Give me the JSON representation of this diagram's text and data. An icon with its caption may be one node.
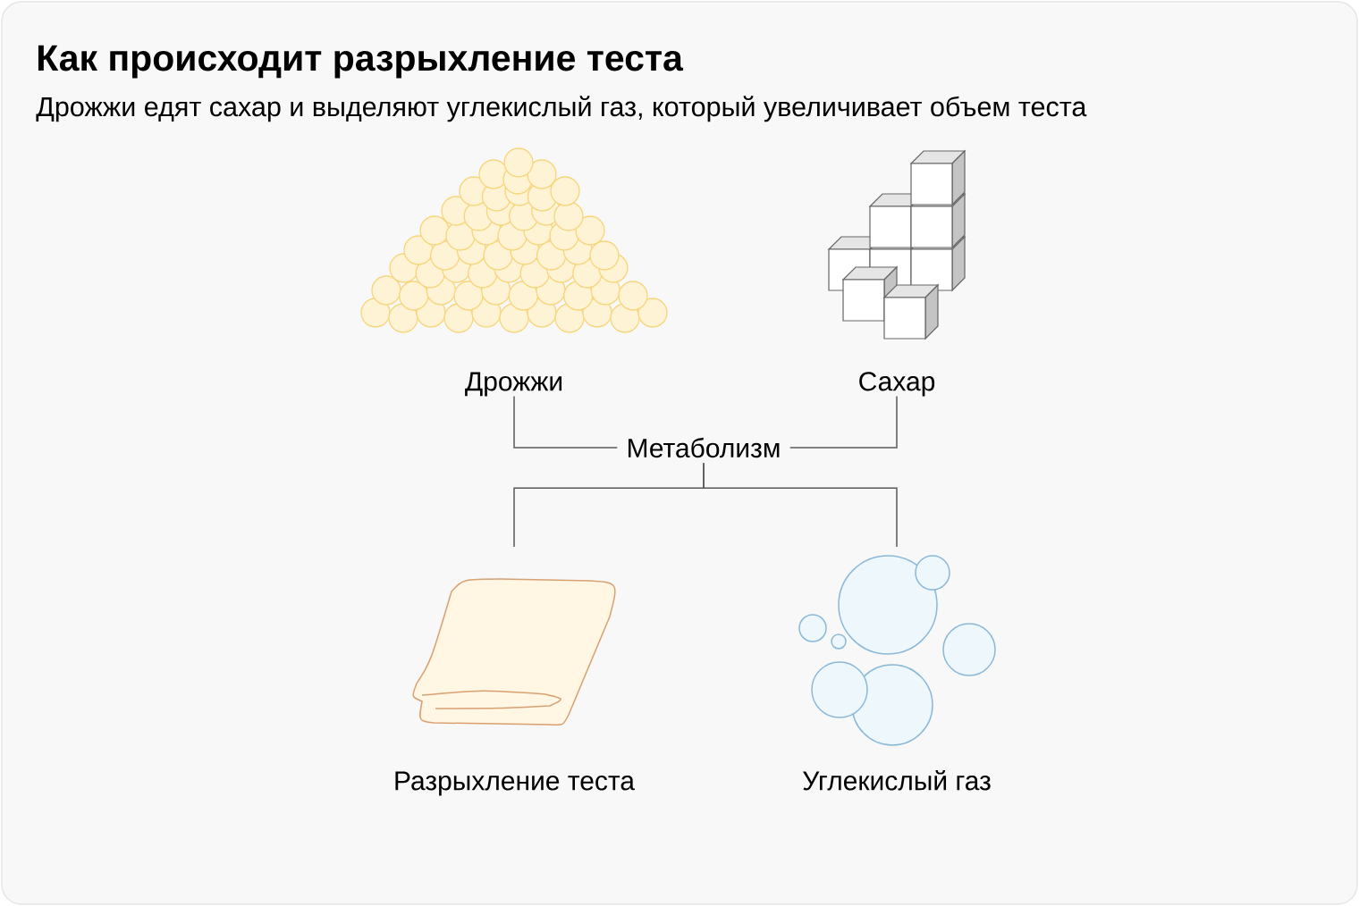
{
  "diagram": {
    "title": "Как происходит разрыхление теста",
    "nodes": [
      {
        "text": [
          "Дрожжи"
        ]
      },
      {
        "text": [
          "Сахар"
        ]
      },
      {
        "text": [
          "Метаболизм"
        ]
      },
      {
        "text": [
          "Разрыхление теста"
        ]
      },
      {
        "text": [
          "Углекислый газ"
        ]
      }
    ],
    "edges": [
      {
        "from": 0,
        "to": 2,
        "arrow": "none"
      },
      {
        "from": 1,
        "to": 2,
        "arrow": "none"
      },
      {
        "from": 2,
        "to": 3,
        "arrow": "none"
      },
      {
        "from": 2,
        "to": 4,
        "arrow": "none"
      }
    ],
    "labels": [
      "Дрожжи едят сахар и выделяют углекислый газ, который увеличивает объем теста"
    ]
  }
}
